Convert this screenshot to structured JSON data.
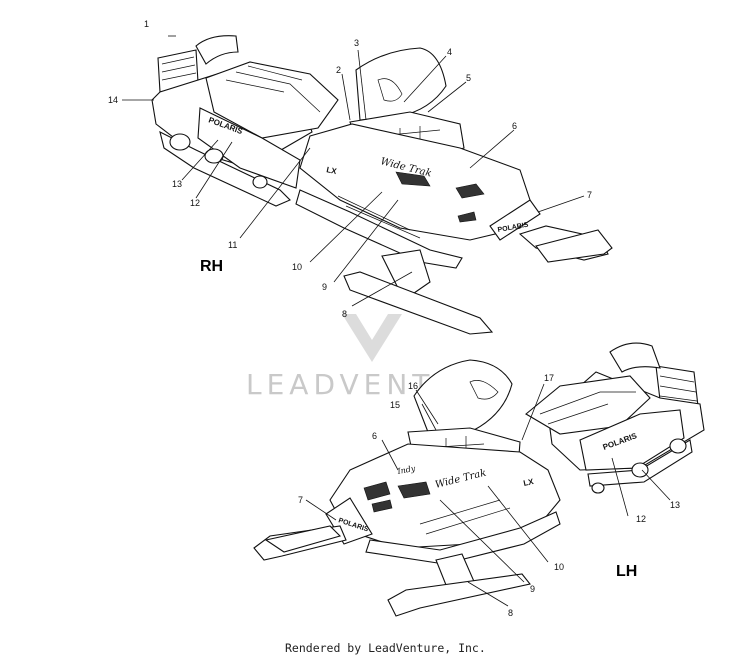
{
  "views": {
    "rh_label": "RH",
    "lh_label": "LH"
  },
  "decals": {
    "brand": "POLARIS",
    "model": "Wide Trak",
    "trim": "LX"
  },
  "callouts_rh": [
    "1",
    "2",
    "3",
    "4",
    "5",
    "6",
    "7",
    "8",
    "9",
    "10",
    "11",
    "12",
    "13",
    "14"
  ],
  "callouts_lh": [
    "15",
    "16",
    "17",
    "6",
    "7",
    "8",
    "9",
    "10",
    "12",
    "13"
  ],
  "watermark": "LEADVENTURE",
  "footer": "Rendered by LeadVenture, Inc."
}
